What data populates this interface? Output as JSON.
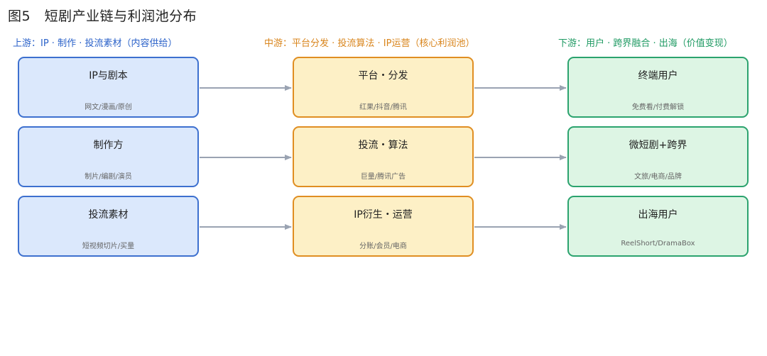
{
  "title": "图5　短剧产业链与利润池分布",
  "stages": {
    "upstream": "上游：IP · 制作 · 投流素材（内容供给）",
    "midstream": "中游：平台分发 · 投流算法 · IP运营（核心利润池）",
    "downstream": "下游：用户 · 跨界融合 · 出海（价值变现）"
  },
  "upstream": [
    {
      "name": "IP与剧本",
      "sub": "网文/漫画/原创"
    },
    {
      "name": "制作方",
      "sub": "制片/编剧/演员"
    },
    {
      "name": "投流素材",
      "sub": "短视频切片/买量"
    }
  ],
  "midstream": [
    {
      "name": "平台・分发",
      "sub": "红果/抖音/腾讯"
    },
    {
      "name": "投流・算法",
      "sub": "巨量/腾讯广告"
    },
    {
      "name": "IP衍生・运营",
      "sub": "分账/会员/电商"
    }
  ],
  "downstream": [
    {
      "name": "终端用户",
      "sub": "免费看/付费解锁"
    },
    {
      "name": "微短剧+跨界",
      "sub": "文旅/电商/品牌"
    },
    {
      "name": "出海用户",
      "sub": "ReelShort/DramaBox"
    }
  ],
  "colors": {
    "upstream_fill": "#dbe8fc",
    "upstream_border": "#3d70cf",
    "midstream_fill": "#fdf0c6",
    "midstream_border": "#e08e22",
    "downstream_fill": "#ddf5e4",
    "downstream_border": "#2ba36e",
    "arrow": "#9aa3b2"
  }
}
